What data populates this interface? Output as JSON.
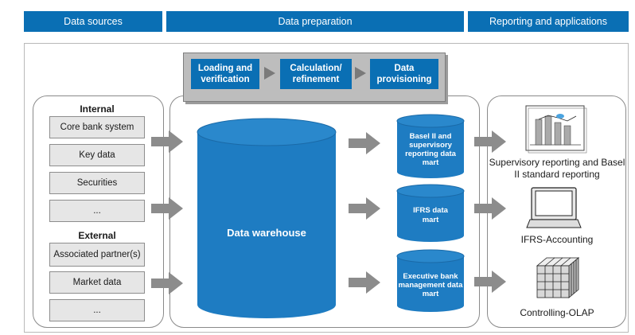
{
  "header": {
    "data_sources": "Data sources",
    "data_preparation": "Data preparation",
    "reporting": "Reporting and applications"
  },
  "process_steps": [
    "Loading and verification",
    "Calculation/ refinement",
    "Data provisioning"
  ],
  "sources": {
    "internal_title": "Internal",
    "internal": [
      "Core bank system",
      "Key data",
      "Securities",
      "..."
    ],
    "external_title": "External",
    "external": [
      "Associated partner(s)",
      "Market data",
      "..."
    ]
  },
  "warehouse_label": "Data warehouse",
  "data_marts": [
    "Basel II and supervisory reporting data mart",
    "IFRS data mart",
    "Executive bank management data mart"
  ],
  "outputs": [
    "Supervisory reporting and Basel II standard reporting",
    "IFRS-Accounting",
    "Controlling-OLAP"
  ],
  "colors": {
    "accent": "#0a6fb4",
    "cylinder": "#1e7cc2",
    "box_fill": "#e6e6e6",
    "arrow": "#8c8c8c"
  }
}
